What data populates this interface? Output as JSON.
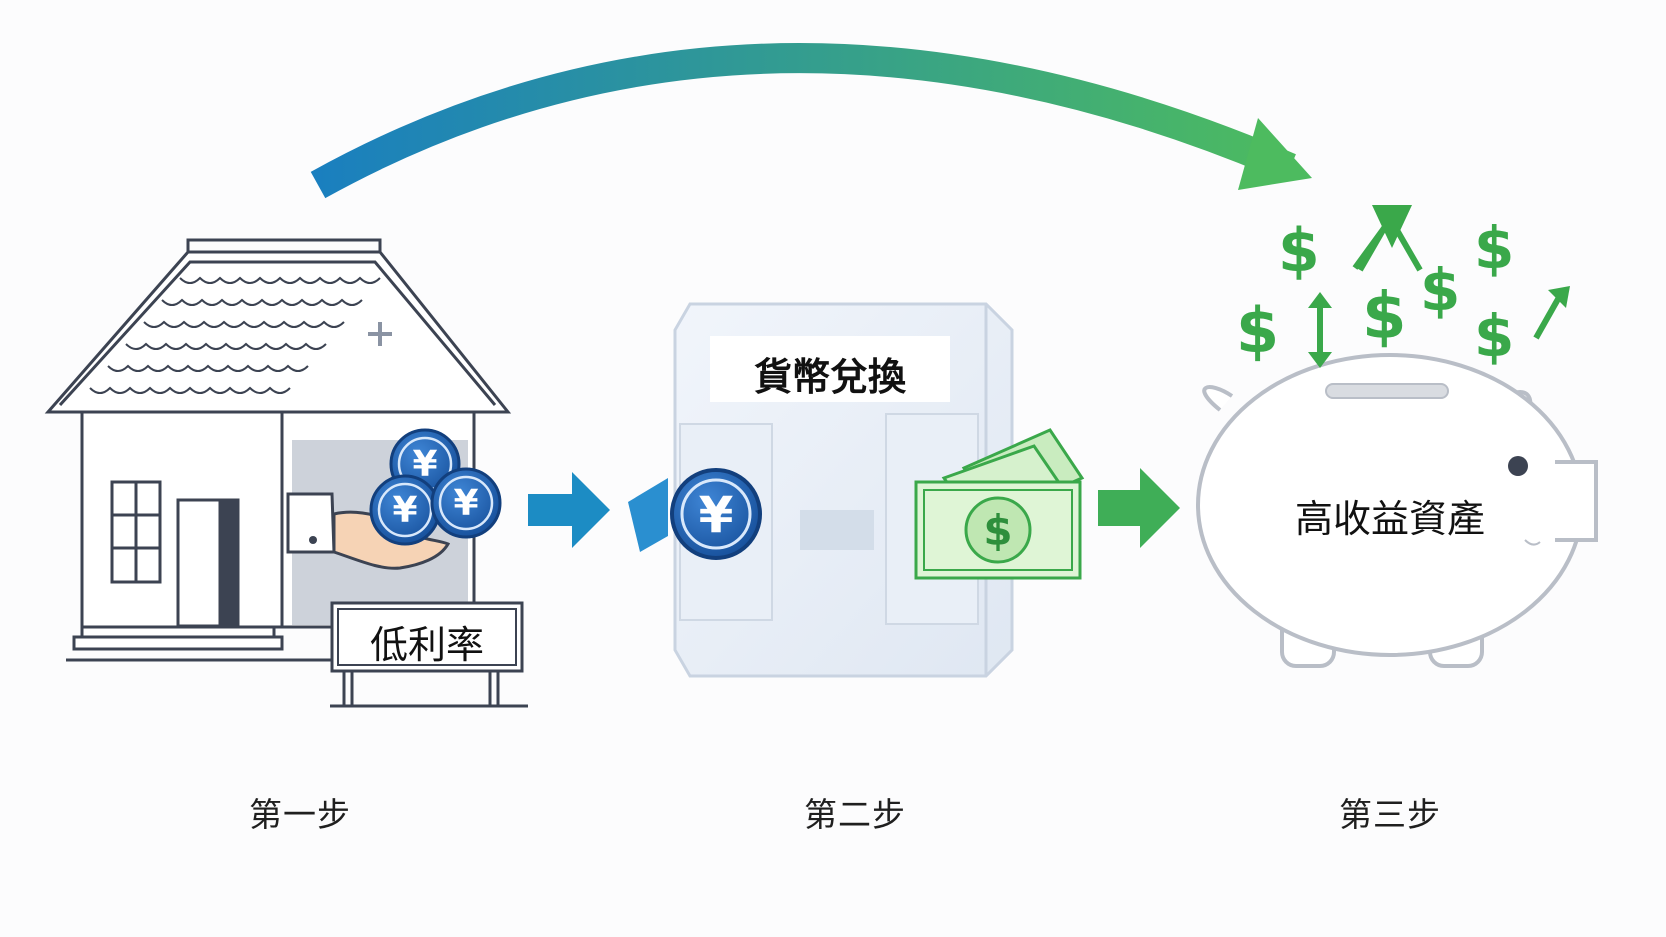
{
  "steps": [
    {
      "label": "第一步"
    },
    {
      "label": "第二步"
    },
    {
      "label": "第三步"
    }
  ],
  "house": {
    "sign_text": "低利率",
    "coin_symbol": "¥"
  },
  "exchange": {
    "title": "貨幣兌換",
    "coin_symbol": "¥",
    "bill_symbol": "$"
  },
  "piggy": {
    "label": "高收益資產",
    "symbol": "$"
  },
  "colors": {
    "arc_start": "#1a7fbf",
    "arc_end": "#4dbb5f",
    "blue_arrow": "#1c8cc4",
    "green_arrow": "#3fae57",
    "coin": "#1f5fb0",
    "dollar_green": "#3aa84a",
    "outline": "#3c4352"
  }
}
